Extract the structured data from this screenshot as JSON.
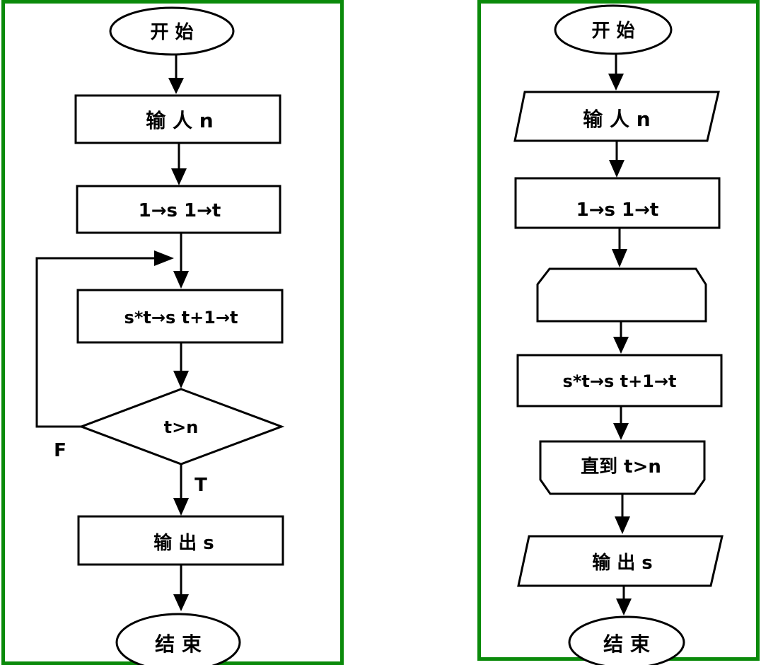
{
  "left": {
    "start": "开 始",
    "input": "输 人 n",
    "init": "1→s   1→t",
    "body": "s*t→s    t+1→t",
    "cond": "t>n",
    "false_label": "F",
    "true_label": "T",
    "output": "输 出 s",
    "end": "结 束"
  },
  "right": {
    "start": "开 始",
    "input": "输 人 n",
    "init": "1→s   1→t",
    "loop_top": "",
    "body": "s*t→s    t+1→t",
    "until": "直到  t>n",
    "output": "输 出 s",
    "end": "结 束"
  },
  "colors": {
    "border": "#0a8a0a"
  }
}
